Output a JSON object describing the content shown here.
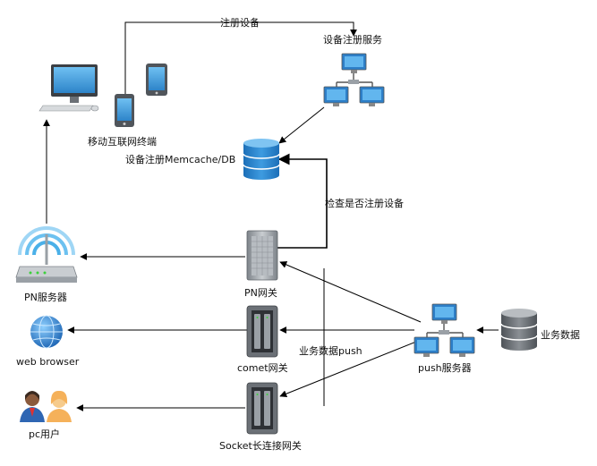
{
  "labels": {
    "register_device": "注册设备",
    "device_register_service": "设备注册服务",
    "mobile_terminal": "移动互联网终端",
    "memcache_db": "设备注册Memcache/DB",
    "check_registered": "检查是否注册设备",
    "pn_server": "PN服务器",
    "pn_gateway": "PN网关",
    "web_browser": "web browser",
    "comet_gateway": "comet网关",
    "business_push": "业务数据push",
    "push_server": "push服务器",
    "business_data": "业务数据",
    "pc_user": "pc用户",
    "socket_gateway": "Socket长连接网关"
  },
  "colors": {
    "monitor_blue": "#4a9fdc",
    "server_gray": "#8f959b",
    "db_blue": "#2d7fc8",
    "db_gray": "#5f6368",
    "wifi_blue": "#4ab0e8",
    "globe_blue": "#2f86d6",
    "user_orange": "#f5b15a"
  },
  "icons": [
    "desktop-computer-icon",
    "phone-icon",
    "tablet-icon",
    "network-icon",
    "database-icon",
    "router-icon",
    "globe-icon",
    "users-icon",
    "tower-server-icon",
    "nas-server-icon",
    "storage-stack-icon"
  ]
}
